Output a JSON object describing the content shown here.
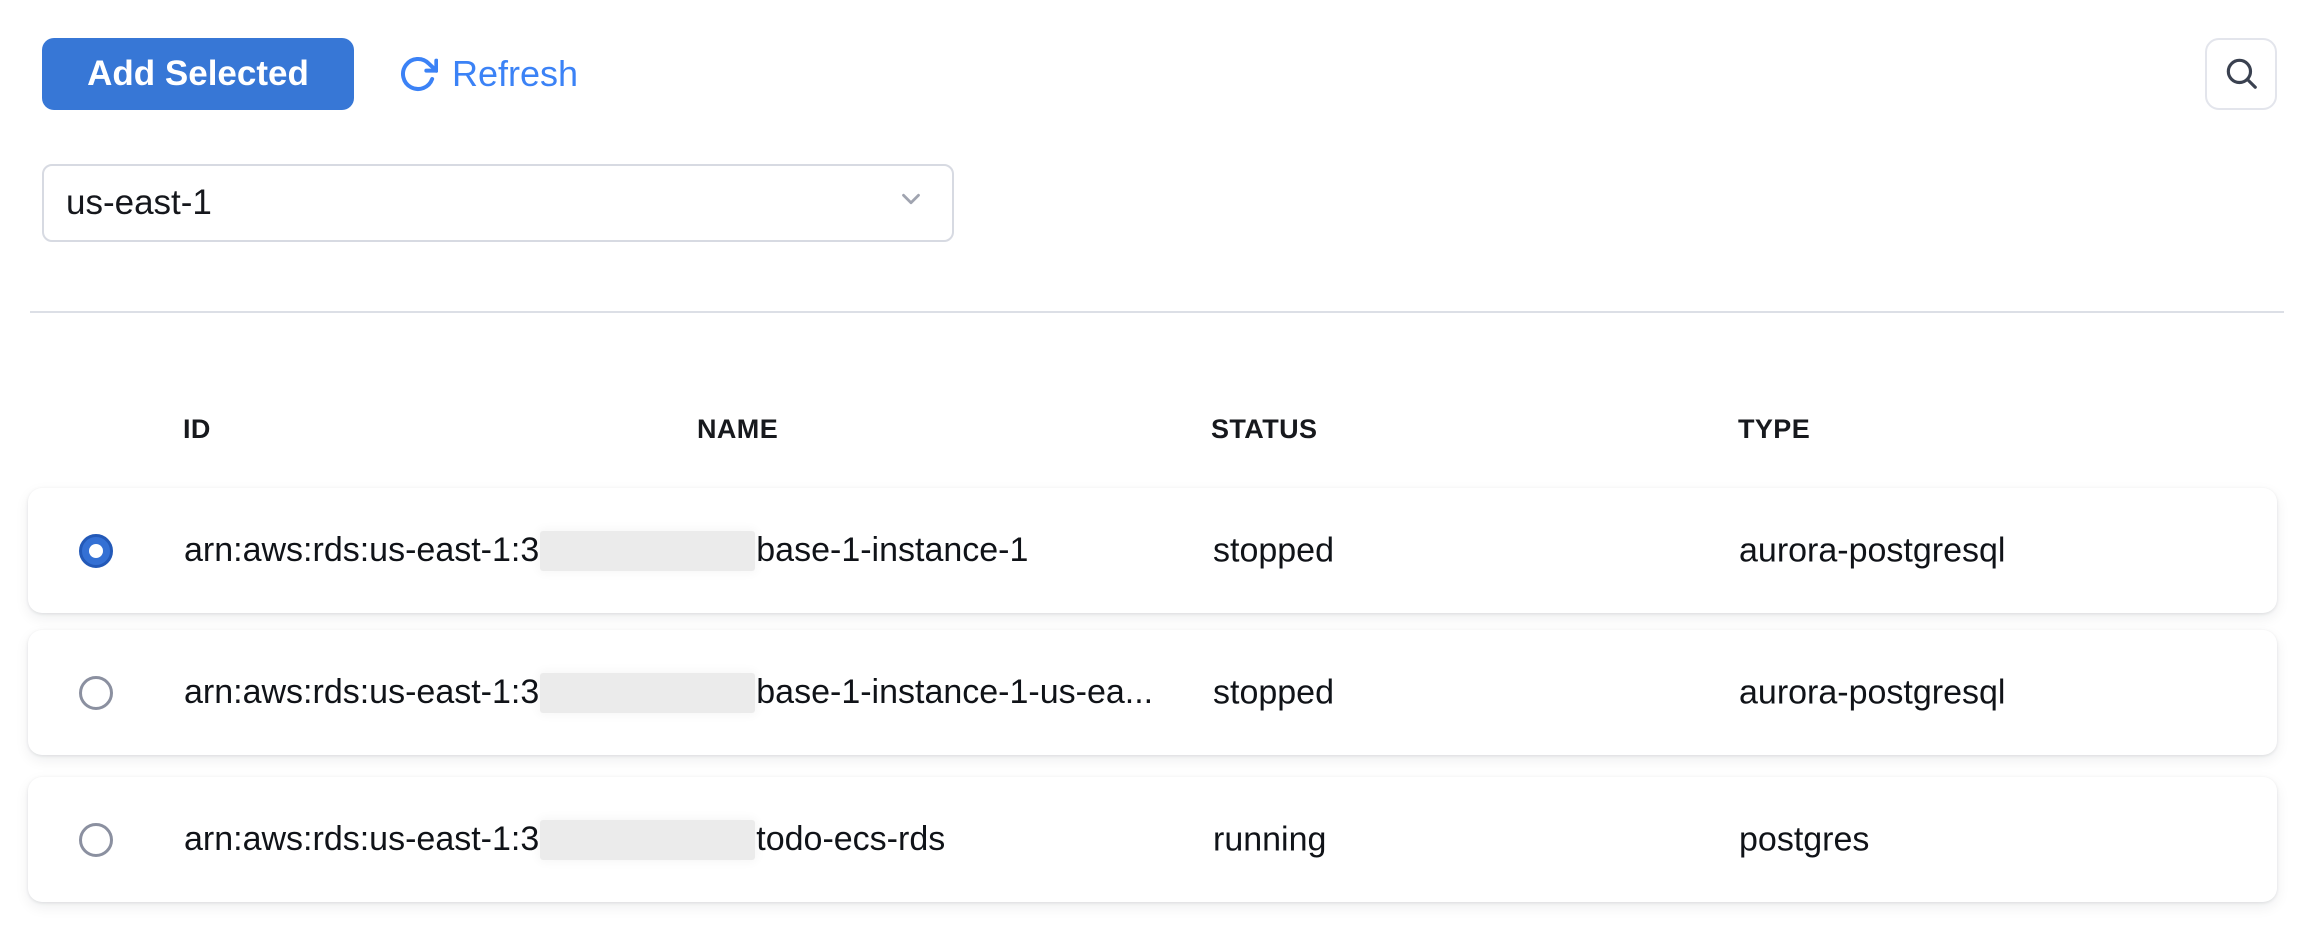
{
  "toolbar": {
    "add_selected_label": "Add Selected",
    "refresh_label": "Refresh",
    "icons": [
      "refresh-icon",
      "search-icon"
    ]
  },
  "region_select": {
    "value": "us-east-1",
    "chevron_icon": "chevron-down"
  },
  "table": {
    "columns": [
      "ID",
      "NAME",
      "STATUS",
      "TYPE"
    ],
    "rows": [
      {
        "selected": true,
        "id_prefix": "arn:aws:rds:us-east-1:3",
        "id_redacted": true,
        "id_suffix": "base-1-instance-1",
        "status": "stopped",
        "type": "aurora-postgresql"
      },
      {
        "selected": false,
        "id_prefix": "arn:aws:rds:us-east-1:3",
        "id_redacted": true,
        "id_suffix": "base-1-instance-1-us-ea...",
        "status": "stopped",
        "type": "aurora-postgresql"
      },
      {
        "selected": false,
        "id_prefix": "arn:aws:rds:us-east-1:3",
        "id_redacted": true,
        "id_suffix": "todo-ecs-rds",
        "status": "running",
        "type": "postgres"
      }
    ]
  },
  "colors": {
    "primary_button_bg": "#3777d6",
    "primary_button_text": "#ffffff",
    "link_blue": "#3b82f6",
    "radio_selected_blue": "#3470d4",
    "row_text": "#101318",
    "header_text": "#17191d",
    "border_gray": "#d7dae2",
    "divider_gray": "#dcdfe6",
    "redaction_gray": "#ebebeb"
  }
}
